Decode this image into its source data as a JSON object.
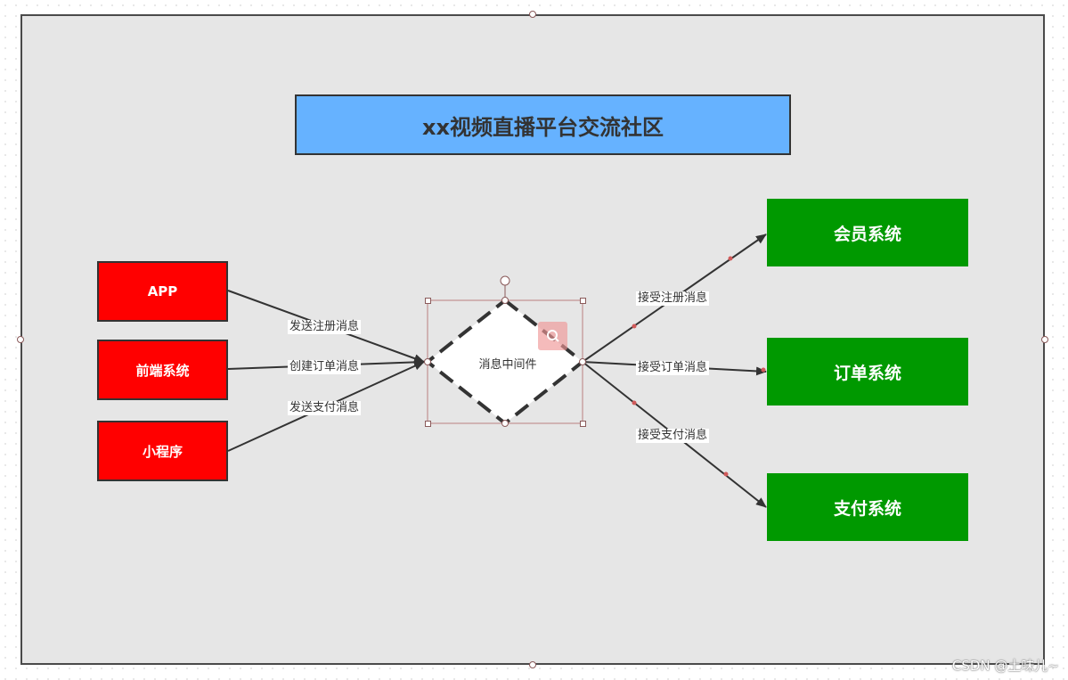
{
  "title": "xx视频直播平台交流社区",
  "sources": [
    {
      "id": "app",
      "label": "APP"
    },
    {
      "id": "frontend",
      "label": "前端系统"
    },
    {
      "id": "miniprogram",
      "label": "小程序"
    }
  ],
  "middleware": {
    "label": "消息中间件"
  },
  "destinations": [
    {
      "id": "member",
      "label": "会员系统"
    },
    {
      "id": "order",
      "label": "订单系统"
    },
    {
      "id": "payment",
      "label": "支付系统"
    }
  ],
  "edges_in": [
    {
      "from": "app",
      "label": "发送注册消息"
    },
    {
      "from": "frontend",
      "label": "创建订单消息"
    },
    {
      "from": "miniprogram",
      "label": "发送支付消息"
    }
  ],
  "edges_out": [
    {
      "to": "member",
      "label": "接受注册消息"
    },
    {
      "to": "order",
      "label": "接受订单消息"
    },
    {
      "to": "payment",
      "label": "接受支付消息"
    }
  ],
  "colors": {
    "title_fill": "#66b2ff",
    "source_fill": "#ff0000",
    "destination_fill": "#009900",
    "canvas_fill": "#e6e6e6"
  },
  "watermark": "CSDN @土味儿~"
}
